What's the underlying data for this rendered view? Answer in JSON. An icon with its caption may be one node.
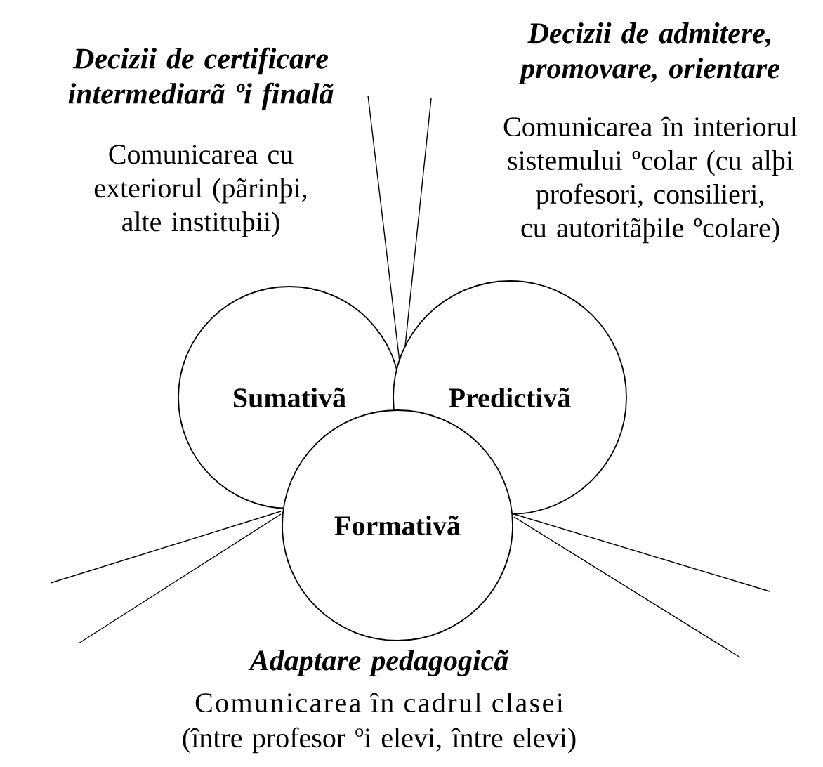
{
  "diagram": {
    "nodes": [
      {
        "text": [
          "Sumativã"
        ]
      },
      {
        "text": [
          "Predictivã"
        ]
      },
      {
        "text": [
          "Formativã"
        ]
      }
    ],
    "labels": [
      "Decizii de certificare intermediarã ºi finalã",
      "Comunicarea cu exteriorul (pãrinþi, alte instituþii)",
      "Decizii de admitere, promovare, orientare",
      "Comunicarea în interiorul sistemului ºcolar (cu alþi profesori, consilieri, cu autoritãþile ºcolare)",
      "Adaptare pedagogicã",
      "Comunicarea în cadrul clasei",
      "(între profesor ºi elevi, între elevi)"
    ]
  }
}
